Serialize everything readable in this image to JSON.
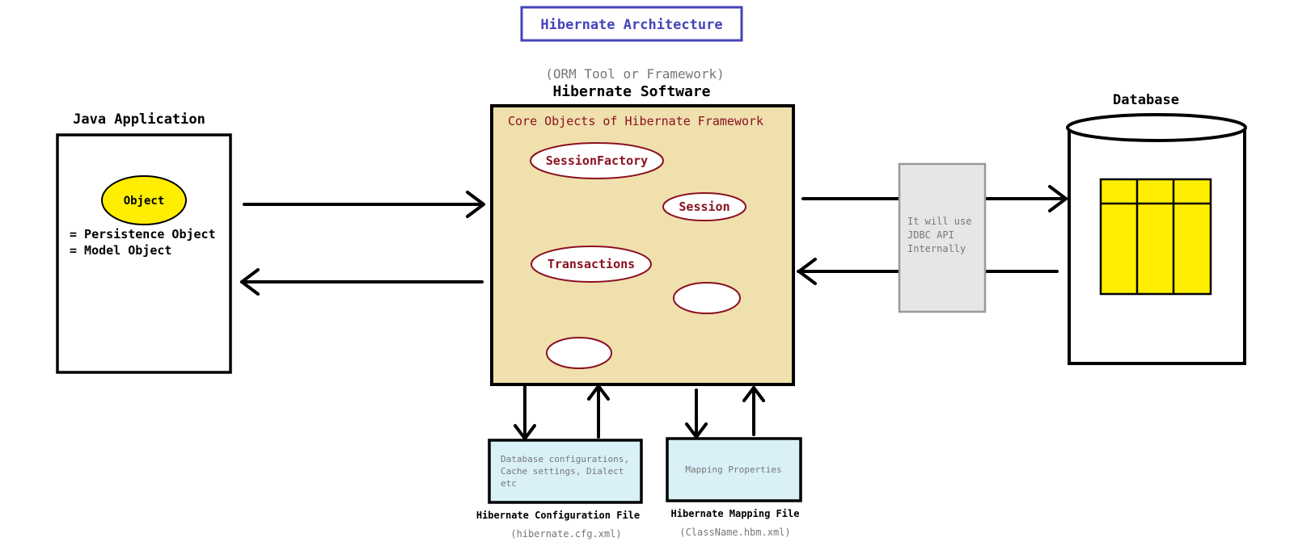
{
  "title": "Hibernate Architecture",
  "java_app": {
    "heading": "Java Application",
    "object_label": "Object",
    "lines": [
      "= Persistence Object",
      "= Model Object"
    ]
  },
  "hibernate": {
    "subtitle": "(ORM Tool or Framework)",
    "heading": "Hibernate Software",
    "core_title": "Core Objects of Hibernate Framework",
    "core_objects": [
      "SessionFactory",
      "Session",
      "Transactions",
      "",
      ""
    ]
  },
  "jdbc_note": [
    "It will use",
    "JDBC API",
    "Internally"
  ],
  "database": {
    "heading": "Database"
  },
  "config_file": {
    "lines": [
      "Database configurations,",
      "Cache settings, Dialect",
      "etc"
    ],
    "label": "Hibernate Configuration File",
    "filename": "(hibernate.cfg.xml)"
  },
  "mapping_file": {
    "text": "Mapping Properties",
    "label": "Hibernate Mapping File",
    "filename": "(ClassName.hbm.xml)"
  },
  "colors": {
    "title_accent": "#4444bb",
    "core_text": "#8b1020",
    "core_fill": "#efe0ad",
    "object_fill": "#ffee00",
    "table_fill": "#ffee00",
    "file_fill": "#d8f0f6",
    "jdbc_fill": "#e6e6e6",
    "muted_text": "#777777"
  }
}
